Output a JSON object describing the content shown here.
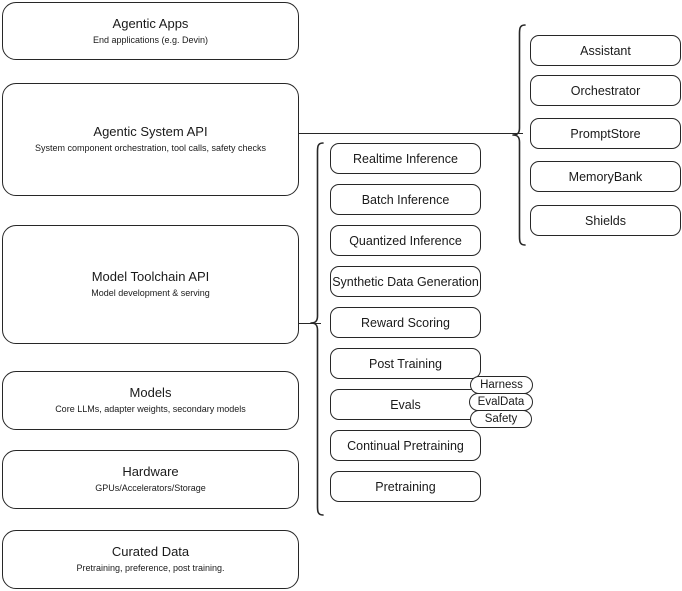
{
  "diagram": {
    "title": "AI Stack Layers Diagram",
    "stroke_color": "#272727",
    "text_color": "#1a1a1a",
    "background": "#ffffff"
  },
  "layers": [
    {
      "id": "agentic-apps",
      "title": "Agentic Apps",
      "subtitle": "End applications (e.g. Devin)"
    },
    {
      "id": "agentic-system-api",
      "title": "Agentic System API",
      "subtitle": "System component orchestration, tool calls, safety checks"
    },
    {
      "id": "model-toolchain-api",
      "title": "Model Toolchain API",
      "subtitle": "Model development & serving"
    },
    {
      "id": "models",
      "title": "Models",
      "subtitle": "Core LLMs, adapter weights, secondary models"
    },
    {
      "id": "hardware",
      "title": "Hardware",
      "subtitle": "GPUs/Accelerators/Storage"
    },
    {
      "id": "curated-data",
      "title": "Curated Data",
      "subtitle": "Pretraining, preference, post training."
    }
  ],
  "toolchain_items": [
    {
      "id": "realtime-inference",
      "label": "Realtime Inference"
    },
    {
      "id": "batch-inference",
      "label": "Batch Inference"
    },
    {
      "id": "quantized-inference",
      "label": "Quantized Inference"
    },
    {
      "id": "synthetic-data-generation",
      "label": "Synthetic Data Generation"
    },
    {
      "id": "reward-scoring",
      "label": "Reward Scoring"
    },
    {
      "id": "post-training",
      "label": "Post Training"
    },
    {
      "id": "evals",
      "label": "Evals"
    },
    {
      "id": "continual-pretraining",
      "label": "Continual Pretraining"
    },
    {
      "id": "pretraining",
      "label": "Pretraining"
    }
  ],
  "evals_tags": [
    {
      "id": "harness",
      "label": "Harness"
    },
    {
      "id": "evaldata",
      "label": "EvalData"
    },
    {
      "id": "safety",
      "label": "Safety"
    }
  ],
  "agentic_system_items": [
    {
      "id": "assistant",
      "label": "Assistant"
    },
    {
      "id": "orchestrator",
      "label": "Orchestrator"
    },
    {
      "id": "promptstore",
      "label": "PromptStore"
    },
    {
      "id": "memorybank",
      "label": "MemoryBank"
    },
    {
      "id": "shields",
      "label": "Shields"
    }
  ]
}
